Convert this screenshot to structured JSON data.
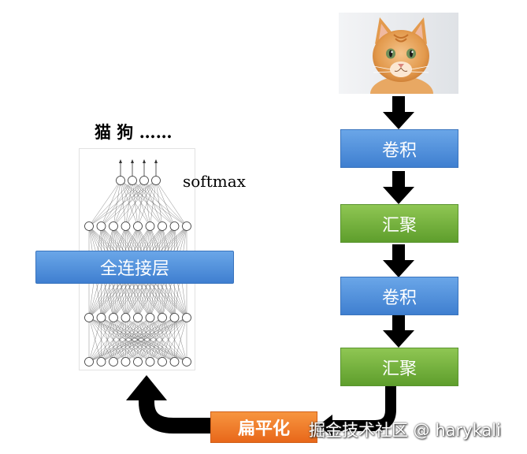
{
  "labels": {
    "top_classes": "猫 狗 ……",
    "softmax": "softmax",
    "fully_connected": "全连接层",
    "flatten": "扁平化",
    "conv1": "卷积",
    "pool1": "汇聚",
    "conv2": "卷积",
    "pool2": "汇聚",
    "watermark": "掘金技术社区 @ harykali"
  },
  "icons": {
    "input_image": "kitten-photo",
    "arrows": "down-arrow-icon",
    "return_arrow": "curved-arrow-icon"
  },
  "colors": {
    "conv": "#4f8ddb",
    "pool": "#72b03b",
    "flatten": "#ef7a2a",
    "fully_connected": "#4f8ddb",
    "arrow": "#000000"
  }
}
